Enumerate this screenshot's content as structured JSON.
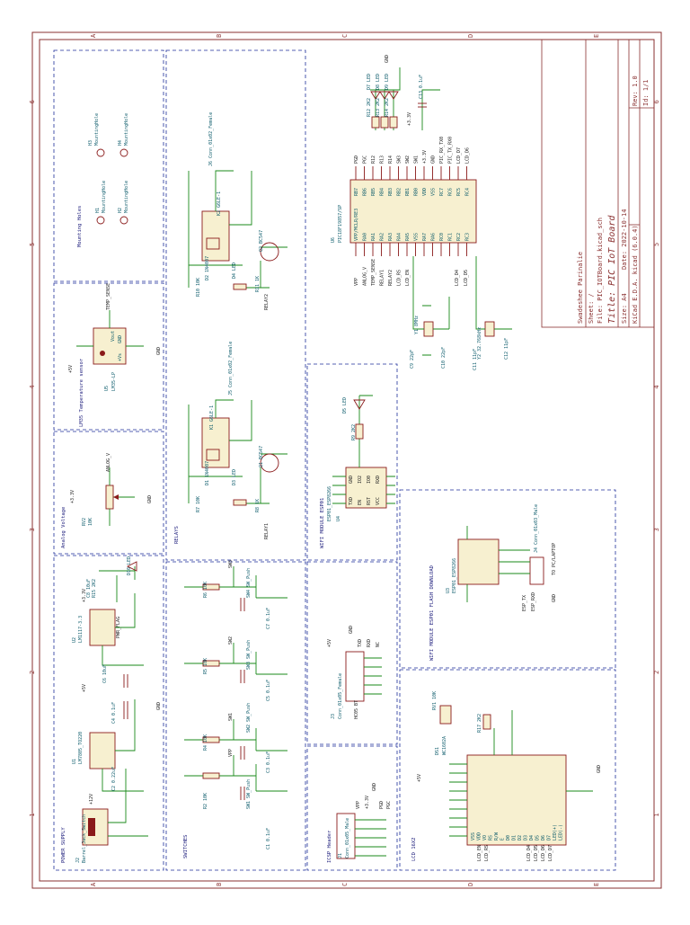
{
  "title_block": {
    "company": "Swadeshee Parinalie",
    "sheet": "Sheet: /",
    "file": "File: PIC_IOTBoard.kicad_sch",
    "title": "Title: PIC IoT Board",
    "size": "Size: A4",
    "date": "Date: 2022-10-14",
    "tool": "KiCad E.D.A.  kicad (6.0.4)",
    "rev": "Rev: 1.0",
    "id": "Id: 1/1"
  },
  "frame": {
    "row_letters": [
      "A",
      "B",
      "C",
      "D",
      "E"
    ],
    "col_numbers": [
      "1",
      "2",
      "3",
      "4",
      "5",
      "6"
    ]
  },
  "sections": {
    "power": "POWER SUPPLY",
    "switches": "SWITCHES",
    "icsp": "ICSP Header",
    "lcd": "LCD 16X2",
    "analog": "Analog Voltage",
    "relays": "RELAYS",
    "wifi": "WIFI MODULE ESP01",
    "flash": "WIFI MODULE ESP01\nFLASH DOWNLOAD",
    "temp": "LM35 Temperature sensor",
    "mount": "Mounting Holes"
  },
  "power": {
    "j2": "J2",
    "j2_val": "Barrel_Jack_Switch",
    "u1": "U1",
    "u1_val": "LM7805_TO220",
    "u2": "U2",
    "u2_val": "LM1117-3.3",
    "c1": "C2 0.22uF",
    "c2": "C4 0.1uF",
    "c3": "C6 10uF",
    "c4": "C8 10uF",
    "r": "R15 2K2",
    "d": "D10 LED",
    "pwr": "PWR_FLAG",
    "v12": "+12V",
    "v5": "+5V",
    "v33": "+3.3V",
    "gnd": "GND"
  },
  "switches": [
    {
      "r": "R2 10K",
      "sw": "SW1 SW_Push",
      "c": "C1 0.1uF",
      "net": "VPP"
    },
    {
      "r": "R4 10K",
      "sw": "SW2 SW_Push",
      "c": "C3 0.1uF",
      "net": "SW1"
    },
    {
      "r": "R5 10K",
      "sw": "SW3 SW_Push",
      "c": "C5 0.1uF",
      "net": "SW2"
    },
    {
      "r": "R6 10K",
      "sw": "SW4 SW_Push",
      "c": "C7 0.1uF",
      "net": "SW3"
    }
  ],
  "icsp": {
    "ref": "J1",
    "val": "Conn_01x05_Male",
    "pins": [
      "VPP",
      "+3.3V",
      "GND",
      "PGD",
      "PGC"
    ]
  },
  "hc05": {
    "ref": "J3",
    "val": "Conn_01x05_Female",
    "name": "HC05 BT",
    "pins": [
      "+5V",
      "GND",
      "TXD",
      "RXD",
      "NC"
    ]
  },
  "lcd": {
    "ref": "DS1",
    "val": "WC1602A",
    "rv": "RV1 10K",
    "r": "R17 2K2",
    "pins": [
      "VSS",
      "VDD",
      "VO",
      "RS",
      "R/W",
      "E",
      "D0",
      "D1",
      "D2",
      "D3",
      "D4",
      "D5",
      "D6",
      "D7",
      "LED(+)",
      "LED(-)"
    ],
    "nets": [
      "LCD_EN",
      "LCD_RS",
      "LCD_D4",
      "LCD_D5",
      "LCD_D6",
      "LCD_D7",
      "+5V",
      "GND"
    ]
  },
  "analog": {
    "ref": "RV2",
    "val": "10K",
    "net": "ANLOG_V",
    "vcc": "+3.3V",
    "gnd": "GND"
  },
  "relays": [
    {
      "k": "K1 G6LE-1",
      "q": "Q1 BC547",
      "r1": "R7 10K",
      "r2": "R8 1K",
      "d": "D3 LED",
      "dd": "D1 1N4007",
      "j": "J5 Conn_01x02_Female",
      "net": "RELAY1"
    },
    {
      "k": "K2 G6LE-1",
      "q": "Q2 BC547",
      "r1": "R10 10K",
      "r2": "R11 1K",
      "d": "D4 LED",
      "dd": "D2 1N4007",
      "j": "J6 Conn_01x02_Female",
      "net": "RELAY2"
    }
  ],
  "wifi": {
    "ref": "U4",
    "val": "ESP01_ESP8266",
    "pins_left": [
      "TXD",
      "EN",
      "RST",
      "VCC"
    ],
    "pins_right": [
      "GND",
      "IO2",
      "IO0",
      "RXD"
    ],
    "r": "R9 2K2",
    "d": "D5 LED"
  },
  "flash": {
    "ref": "U3",
    "val": "ESP01_ESP8266",
    "j": "J4 Conn_01x03_Male",
    "nets": [
      "ESP_TX",
      "ESP_RXD",
      "GND"
    ],
    "to": "TO PC/LAPTOP"
  },
  "temp": {
    "ref": "U5",
    "val": "LM35-LP",
    "net": "TEMP_SENSE",
    "vcc": "+5V",
    "gnd": "GND",
    "pins": [
      "+Vs",
      "Vout",
      "GND"
    ]
  },
  "mcu": {
    "ref": "U6",
    "val": "PIC18F19857/SP",
    "left_pins": [
      "VPP/MCLR/RE3",
      "RA0",
      "RA1",
      "RA2",
      "RA3",
      "RA4",
      "RA5",
      "VSS",
      "RA7",
      "RA6",
      "RC0",
      "RC1",
      "RC2",
      "RC3"
    ],
    "right_pins": [
      "RB7",
      "RB6",
      "RB5",
      "RB4",
      "RB3",
      "RB2",
      "RB1",
      "RB0",
      "VDD",
      "VSS",
      "RC7",
      "RC6",
      "RC5",
      "RC4"
    ],
    "left_nets": [
      "VPP",
      "ANLOG_V",
      "TEMP_SENSE",
      "RELAY1",
      "RELAY2",
      "LCD_RS",
      "LCD_EN"
    ],
    "right_nets": [
      "PGD",
      "PGC",
      "R12",
      "R13",
      "R14",
      "SW3",
      "SW2",
      "SW1",
      "+3.3V",
      "GND",
      "PIC_RX_TX0",
      "PIC_TX_RX0",
      "LCD_D7",
      "LCD_D6"
    ],
    "bottom_nets": [
      "LCD_D4",
      "LCD_D5"
    ]
  },
  "crystals": [
    {
      "y": "Y1 8MHz",
      "c1": "C9 22pF",
      "c2": "C10 22pF"
    },
    {
      "y": "Y2 32.768kHz",
      "c1": "C11 11pF",
      "c2": "C12 11pF"
    }
  ],
  "leds": [
    {
      "r": "R12 2K2",
      "d": "D7 LED"
    },
    {
      "r": "R13 2K2",
      "d": "D8 LED"
    },
    {
      "r": "R14 2K2",
      "d": "D9 LED"
    }
  ],
  "misc": {
    "c13": "C13 0.1uF",
    "gnd": "GND",
    "v33": "+3.3V"
  },
  "mounting": [
    {
      "ref": "H1",
      "val": "MountingHole"
    },
    {
      "ref": "H2",
      "val": "MountingHole"
    },
    {
      "ref": "H3",
      "val": "MountingHole"
    },
    {
      "ref": "H4",
      "val": "MountingHole"
    }
  ]
}
